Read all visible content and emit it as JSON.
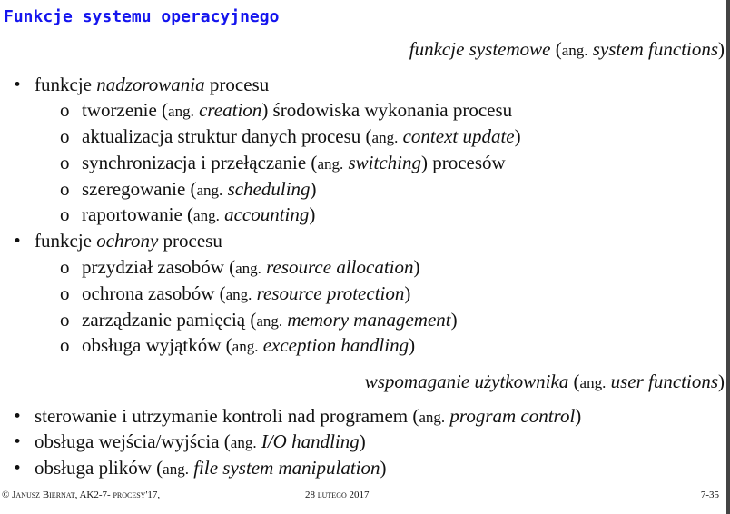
{
  "title": "Funkcje systemu operacyjnego",
  "section1": {
    "heading": "funkcje systemowe",
    "open": " (",
    "ang": "ang.",
    "english": " system functions",
    "close": ")"
  },
  "groups": [
    {
      "bullet": "•",
      "prefix": "funkcje ",
      "emph": "nadzorowania",
      "suffix": " procesu",
      "items": [
        {
          "marker": "o",
          "text": "tworzenie (",
          "ang": "ang.",
          "english": " creation",
          "after": ") środowiska wykonania procesu"
        },
        {
          "marker": "o",
          "text": "aktualizacja struktur danych procesu (",
          "ang": "ang.",
          "english": " context update",
          "after": ")"
        },
        {
          "marker": "o",
          "text": "synchronizacja i przełączanie (",
          "ang": "ang.",
          "english": " switching",
          "after": ") procesów"
        },
        {
          "marker": "o",
          "text": "szeregowanie (",
          "ang": "ang.",
          "english": " scheduling",
          "after": ")"
        },
        {
          "marker": "o",
          "text": "raportowanie (",
          "ang": "ang.",
          "english": " accounting",
          "after": ")"
        }
      ]
    },
    {
      "bullet": "•",
      "prefix": "funkcje ",
      "emph": "ochrony",
      "suffix": " procesu",
      "items": [
        {
          "marker": "o",
          "text": "przydział zasobów (",
          "ang": "ang.",
          "english": " resource allocation",
          "after": ")"
        },
        {
          "marker": "o",
          "text": "ochrona zasobów (",
          "ang": "ang.",
          "english": " resource protection",
          "after": ")"
        },
        {
          "marker": "o",
          "text": "zarządzanie pamięcią (",
          "ang": "ang.",
          "english": " memory management",
          "after": ")"
        },
        {
          "marker": "o",
          "text": "obsługa wyjątków (",
          "ang": "ang.",
          "english": " exception handling",
          "after": ")"
        }
      ]
    }
  ],
  "section2": {
    "heading": "wspomaganie użytkownika",
    "open": " (",
    "ang": "ang.",
    "english": " user functions",
    "close": ")"
  },
  "user_items": [
    {
      "bullet": "•",
      "text": "sterowanie i utrzymanie kontroli nad programem (",
      "ang": "ang.",
      "english": " program control",
      "after": ")"
    },
    {
      "bullet": "•",
      "text": "obsługa wejścia/wyjścia (",
      "ang": "ang.",
      "english": " I/O handling",
      "after": ")"
    },
    {
      "bullet": "•",
      "text": "obsługa plików (",
      "ang": "ang.",
      "english": " file system manipulation",
      "after": ")"
    }
  ],
  "footer": {
    "left": "© Janusz Biernat, AK2-7- procesy'17,",
    "middle": "28 lutego 2017",
    "right": "7-35"
  }
}
